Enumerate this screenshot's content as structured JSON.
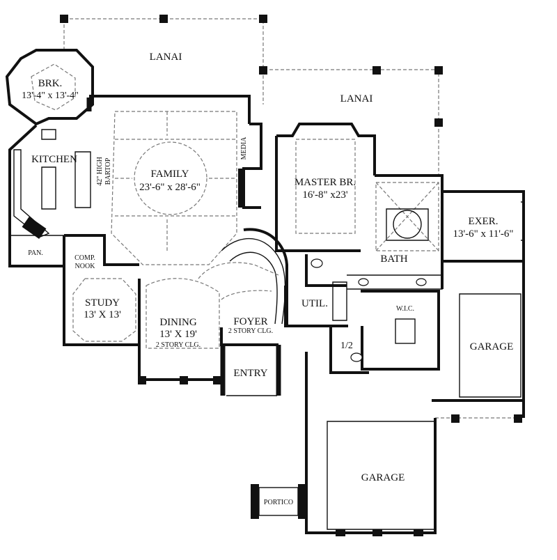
{
  "rooms": {
    "lanai_1": "LANAI",
    "lanai_2": "LANAI",
    "brk_name": "BRK.",
    "brk_size": "13'-4\" x 13'-4\"",
    "kitchen": "KITCHEN",
    "bartop_1": "42\" HIGH",
    "bartop_2": "BARTOP",
    "pantry": "PAN.",
    "family_name": "FAMILY",
    "family_size": "23'-6\" x 28'-6\"",
    "media": "MEDIA",
    "master_name": "MASTER BR.",
    "master_size": "16'-8\" x23'",
    "exer_name": "EXER.",
    "exer_size": "13'-6\" x 11'-6\"",
    "bath": "BATH",
    "comp_1": "COMP.",
    "comp_2": "NOOK",
    "study_name": "STUDY",
    "study_size": "13' X 13'",
    "dining_name": "DINING",
    "dining_size": "13' X 19'",
    "dining_note": "2 STORY CLG.",
    "foyer_name": "FOYER",
    "foyer_note": "2 STORY CLG.",
    "util": "UTIL.",
    "wic": "W.I.C.",
    "half_bath": "1/2",
    "garage_1": "GARAGE",
    "entry": "ENTRY",
    "garage_2": "GARAGE",
    "portico": "PORTICO"
  }
}
